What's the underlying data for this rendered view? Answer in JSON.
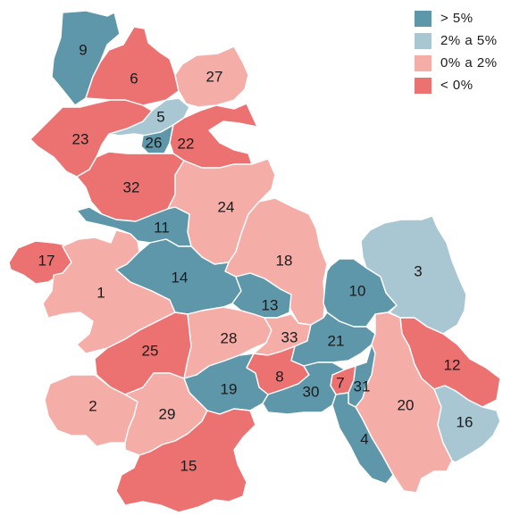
{
  "legend": [
    {
      "label": "> 5%",
      "color": "#5e97aa"
    },
    {
      "label": "2% a 5%",
      "color": "#a9c7d2"
    },
    {
      "label": "0% a 2%",
      "color": "#f5ada7"
    },
    {
      "label": "< 0%",
      "color": "#ec7272"
    }
  ],
  "regions": [
    {
      "id": "1",
      "cls": 2
    },
    {
      "id": "2",
      "cls": 2
    },
    {
      "id": "3",
      "cls": 1
    },
    {
      "id": "4",
      "cls": 0
    },
    {
      "id": "5",
      "cls": 1
    },
    {
      "id": "6",
      "cls": 3
    },
    {
      "id": "7",
      "cls": 3
    },
    {
      "id": "8",
      "cls": 3
    },
    {
      "id": "9",
      "cls": 0
    },
    {
      "id": "10",
      "cls": 0
    },
    {
      "id": "11",
      "cls": 0
    },
    {
      "id": "12",
      "cls": 3
    },
    {
      "id": "13",
      "cls": 0
    },
    {
      "id": "14",
      "cls": 0
    },
    {
      "id": "15",
      "cls": 3
    },
    {
      "id": "16",
      "cls": 1
    },
    {
      "id": "17",
      "cls": 3
    },
    {
      "id": "18",
      "cls": 2
    },
    {
      "id": "19",
      "cls": 0
    },
    {
      "id": "20",
      "cls": 2
    },
    {
      "id": "21",
      "cls": 0
    },
    {
      "id": "22",
      "cls": 3
    },
    {
      "id": "23",
      "cls": 3
    },
    {
      "id": "24",
      "cls": 2
    },
    {
      "id": "25",
      "cls": 3
    },
    {
      "id": "26",
      "cls": 0
    },
    {
      "id": "27",
      "cls": 2
    },
    {
      "id": "28",
      "cls": 2
    },
    {
      "id": "29",
      "cls": 2
    },
    {
      "id": "30",
      "cls": 0
    },
    {
      "id": "31",
      "cls": 0
    },
    {
      "id": "32",
      "cls": 3
    },
    {
      "id": "33",
      "cls": 2
    }
  ]
}
